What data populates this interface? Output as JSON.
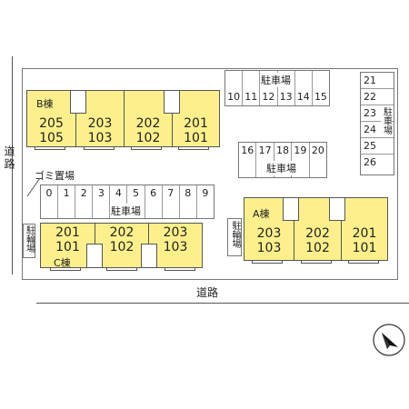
{
  "roads": {
    "left_label": "道路",
    "bottom_label": "道路"
  },
  "buildings": {
    "b": {
      "label": "B棟",
      "units": [
        {
          "upper": "205",
          "lower": "105"
        },
        {
          "upper": "203",
          "lower": "103"
        },
        {
          "upper": "202",
          "lower": "102"
        },
        {
          "upper": "201",
          "lower": "101"
        }
      ]
    },
    "c": {
      "label": "C棟",
      "units": [
        {
          "upper": "201",
          "lower": "101"
        },
        {
          "upper": "202",
          "lower": "102"
        },
        {
          "upper": "203",
          "lower": "103"
        }
      ]
    },
    "a": {
      "label": "A棟",
      "units": [
        {
          "upper": "203",
          "lower": "103"
        },
        {
          "upper": "202",
          "lower": "102"
        },
        {
          "upper": "201",
          "lower": "101"
        }
      ]
    }
  },
  "parking": {
    "label": "駐車場",
    "top_row": [
      "10",
      "11",
      "12",
      "13",
      "14",
      "15"
    ],
    "middle_row": [
      "16",
      "17",
      "18",
      "19",
      "20"
    ],
    "left_row": [
      "0",
      "1",
      "2",
      "3",
      "4",
      "5",
      "6",
      "7",
      "8",
      "9"
    ],
    "right_column": [
      "21",
      "22",
      "23",
      "24",
      "25",
      "26"
    ]
  },
  "bicycle_parking": {
    "label": "駐輪場"
  },
  "garbage": {
    "label": "ゴミ置場"
  },
  "compass": {
    "icon": "north-arrow-icon"
  }
}
